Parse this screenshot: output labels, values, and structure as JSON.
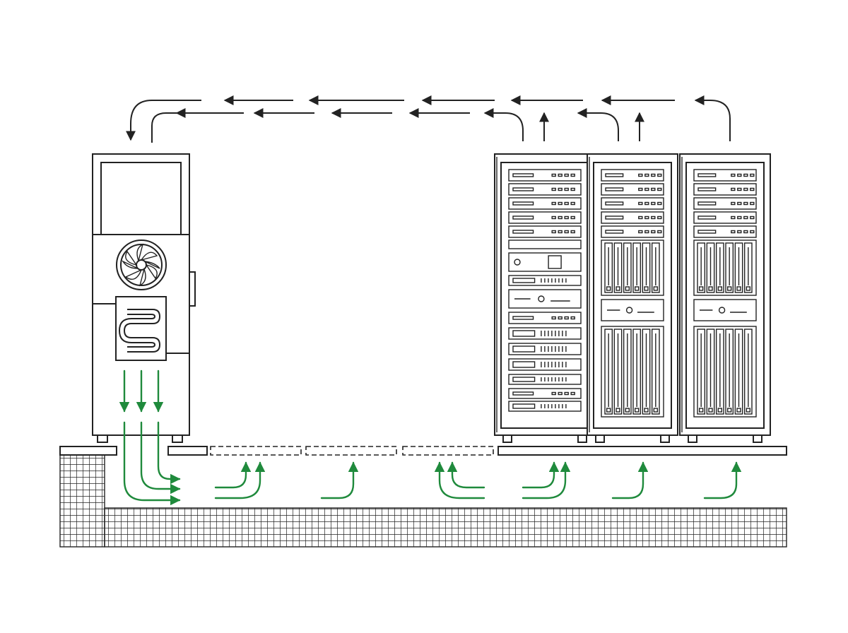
{
  "colors": {
    "line": "#222222",
    "airflow_cool": "#1f8a3c",
    "background": "#ffffff"
  },
  "diagram": {
    "crac_unit": {
      "components": [
        "fan-icon",
        "cooling-coil-icon",
        "control-panel"
      ],
      "cool_air_down_arrows": 3
    },
    "server_racks": {
      "count": 3,
      "rack_units": [
        "1u-server",
        "2u-server",
        "network-switch",
        "blade-chassis"
      ]
    },
    "raised_floor": {
      "perforated_tiles": 3,
      "underfloor_plenum": true
    },
    "airflow": {
      "hot_air_return": "overhead-return-to-crac",
      "cold_air_supply": "underfloor-plenum-to-racks"
    }
  }
}
